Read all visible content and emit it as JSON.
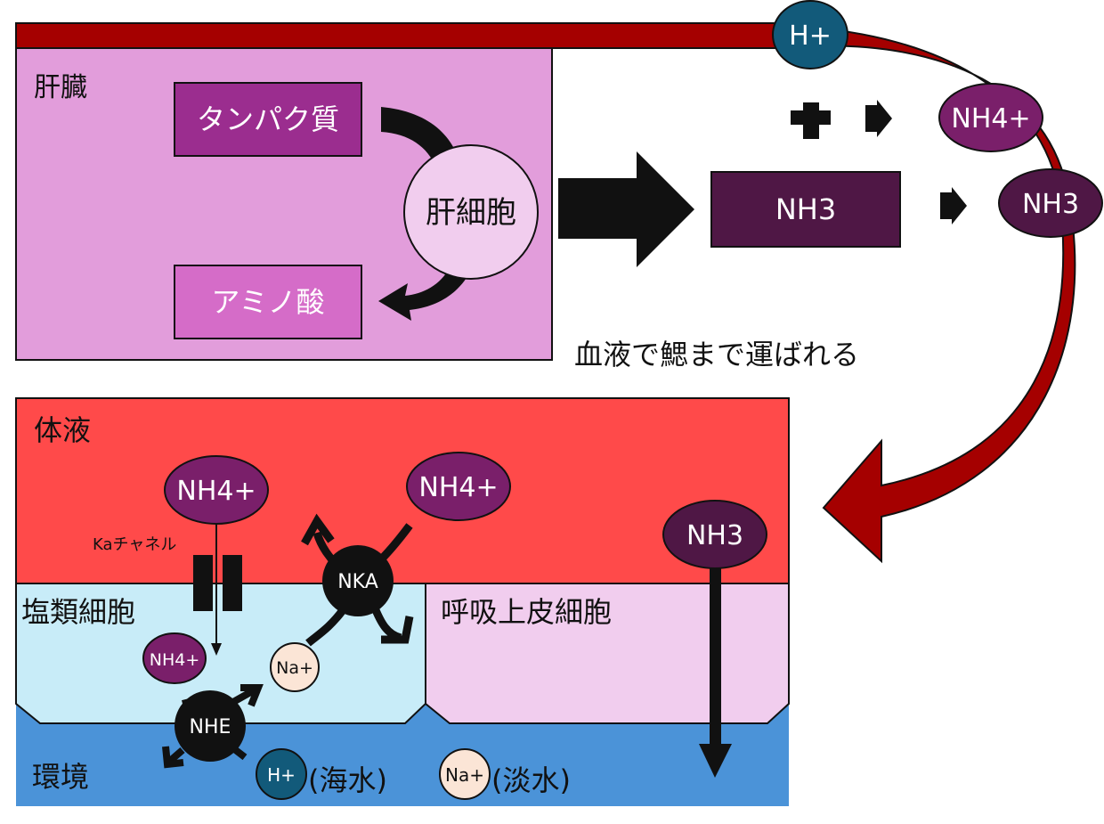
{
  "liver": {
    "label": "肝臓",
    "protein": "タンパク質",
    "hepatocyte": "肝細胞",
    "amino_acid": "アミノ酸"
  },
  "ammonia": {
    "nh3_box": "NH3",
    "h_ion": "H+",
    "nh4_ion": "NH4+",
    "nh3_ion": "NH3",
    "blood_text": "血液で鰓まで運ばれる"
  },
  "gill": {
    "body_fluid": "体液",
    "nh4_left": "NH4+",
    "nh4_right": "NH4+",
    "nh3_right": "NH3",
    "ka_channel": "Kaチャネル",
    "chloride_cell": "塩類細胞",
    "respiratory_cell": "呼吸上皮細胞",
    "nka": "NKA",
    "nhe": "NHE",
    "nh4_small": "NH4+",
    "na_small": "Na+",
    "environment": "環境",
    "h_env": "H+",
    "seawater": "(海水)",
    "na_env": "Na+",
    "freshwater": "(淡水)"
  },
  "colors": {
    "liver_bg": "#e29ddb",
    "protein_box": "#9b2d8f",
    "amino_box": "#d56cc8",
    "nh3_box": "#4f1745",
    "h_ion": "#125a7a",
    "nh4_ion": "#7a1f6a",
    "body_fluid": "#ff4a4a",
    "chloride_cell": "#c8ecf8",
    "respiratory_cell": "#f1cdee",
    "environment": "#4b93d8",
    "blood_vessel": "#a50000"
  }
}
